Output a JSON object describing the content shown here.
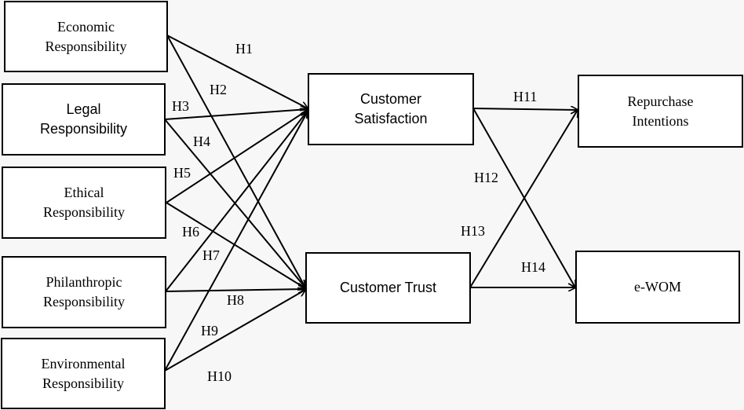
{
  "nodes": {
    "economic": {
      "line1": "Economic",
      "line2": "Responsibility"
    },
    "legal": {
      "line1": "Legal",
      "line2": "Responsibility"
    },
    "ethical": {
      "line1": "Ethical",
      "line2": "Responsibility"
    },
    "philanthropic": {
      "line1": "Philanthropic",
      "line2": "Responsibility"
    },
    "environmental": {
      "line1": "Environmental",
      "line2": "Responsibility"
    },
    "satisfaction": {
      "line1": "Customer",
      "line2": "Satisfaction"
    },
    "trust": {
      "line1": "Customer Trust"
    },
    "repurchase": {
      "line1": "Repurchase",
      "line2": "Intentions"
    },
    "ewom": {
      "line1": "e-WOM"
    }
  },
  "hypotheses": {
    "h1": "H1",
    "h2": "H2",
    "h3": "H3",
    "h4": "H4",
    "h5": "H5",
    "h6": "H6",
    "h7": "H7",
    "h8": "H8",
    "h9": "H9",
    "h10": "H10",
    "h11": "H11",
    "h12": "H12",
    "h13": "H13",
    "h14": "H14"
  },
  "edges": [
    {
      "from": "economic",
      "to": "satisfaction",
      "label": "H1"
    },
    {
      "from": "economic",
      "to": "trust",
      "label": "H2"
    },
    {
      "from": "legal",
      "to": "satisfaction",
      "label": "H3"
    },
    {
      "from": "legal",
      "to": "trust",
      "label": "H4"
    },
    {
      "from": "ethical",
      "to": "satisfaction",
      "label": "H5"
    },
    {
      "from": "ethical",
      "to": "trust",
      "label": "H6"
    },
    {
      "from": "philanthropic",
      "to": "satisfaction",
      "label": "H7"
    },
    {
      "from": "philanthropic",
      "to": "trust",
      "label": "H8"
    },
    {
      "from": "environmental",
      "to": "satisfaction",
      "label": "H9"
    },
    {
      "from": "environmental",
      "to": "trust",
      "label": "H10"
    },
    {
      "from": "satisfaction",
      "to": "repurchase",
      "label": "H11"
    },
    {
      "from": "satisfaction",
      "to": "ewom",
      "label": "H12"
    },
    {
      "from": "trust",
      "to": "repurchase",
      "label": "H13"
    },
    {
      "from": "trust",
      "to": "ewom",
      "label": "H14"
    }
  ]
}
